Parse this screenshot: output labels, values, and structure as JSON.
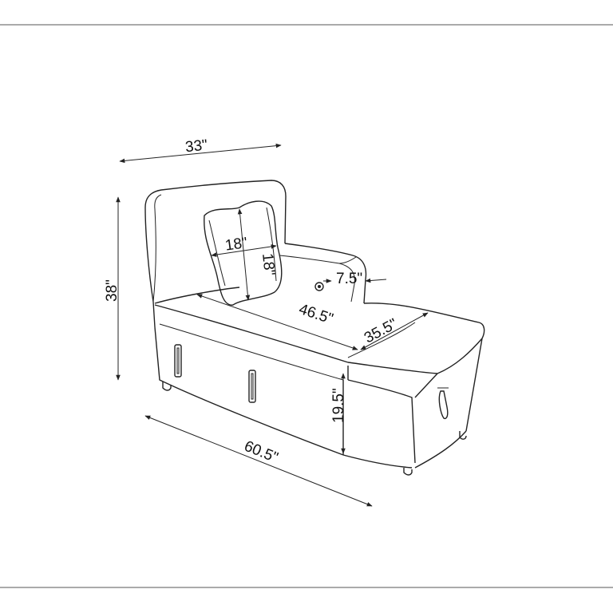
{
  "dimensions": {
    "width": "33\"",
    "height": "38\"",
    "pillow_width": "18\"",
    "pillow_height": "18\"",
    "arm_width": "7.5\"",
    "seat_depth": "46.5\"",
    "chaise_width": "35.5\"",
    "seat_height": "19.5\"",
    "total_length": "60.5\""
  }
}
